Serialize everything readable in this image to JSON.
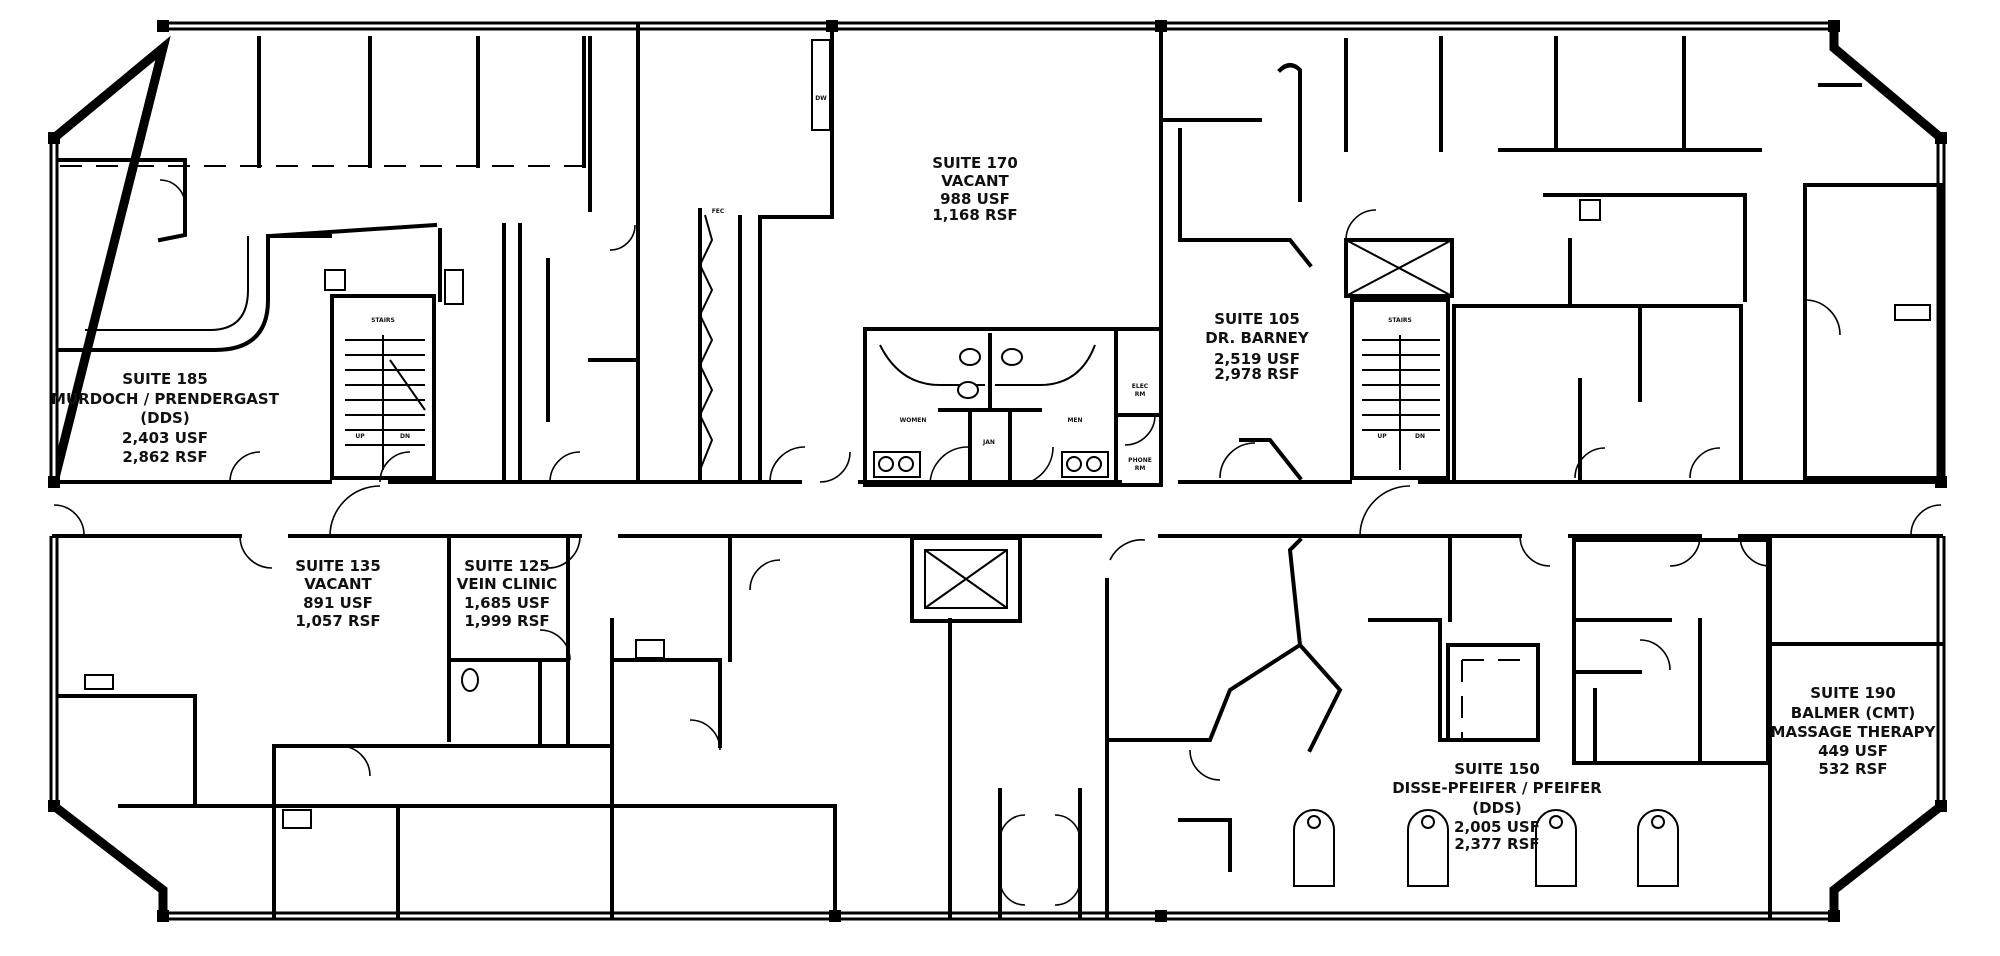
{
  "suites": [
    {
      "id": "185",
      "lines": [
        "SUITE 185",
        "MURDOCH / PRENDERGAST",
        "(DDS)",
        "2,403 USF",
        "2,862 RSF"
      ]
    },
    {
      "id": "170",
      "lines": [
        "SUITE 170",
        "VACANT",
        "988 USF",
        "1,168 RSF"
      ]
    },
    {
      "id": "105",
      "lines": [
        "SUITE 105",
        "DR. BARNEY",
        "2,519 USF",
        "2,978 RSF"
      ]
    },
    {
      "id": "135",
      "lines": [
        "SUITE 135",
        "VACANT",
        "891 USF",
        "1,057 RSF"
      ]
    },
    {
      "id": "125",
      "lines": [
        "SUITE 125",
        "VEIN CLINIC",
        "1,685 USF",
        "1,999 RSF"
      ]
    },
    {
      "id": "150",
      "lines": [
        "SUITE 150",
        "DISSE-PFEIFER / PFEIFER",
        "(DDS)",
        "2,005 USF",
        "2,377 RSF"
      ]
    },
    {
      "id": "190",
      "lines": [
        "SUITE 190",
        "BALMER (CMT)",
        "MASSAGE THERAPY",
        "449 USF",
        "532 RSF"
      ]
    }
  ],
  "rooms": {
    "women": "WOMEN",
    "men": "MEN",
    "janitor": "JAN",
    "elec": [
      "ELEC",
      "RM"
    ],
    "phone": [
      "PHONE",
      "RM"
    ],
    "stairs": "STAIRS",
    "up": "UP",
    "dn": "DN",
    "dw": "DW",
    "fec": "FEC"
  }
}
